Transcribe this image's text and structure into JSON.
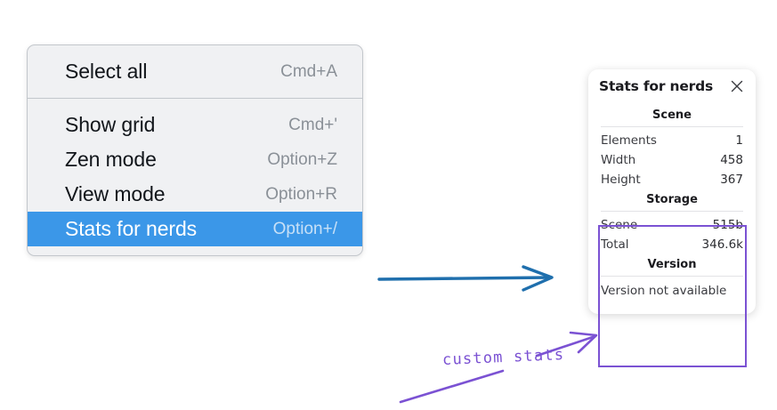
{
  "colors": {
    "menu_background": "#f0f1f3",
    "menu_border": "#c3c7cc",
    "selected_highlight": "#3b97e8",
    "annotation_purple": "#7b52d3",
    "arrow_blue": "#1f6fad",
    "panel_background": "#ffffff",
    "page_background": "#ffffff"
  },
  "context_menu": {
    "sections": [
      {
        "items": [
          {
            "label": "Select all",
            "shortcut": "Cmd+A",
            "selected": false
          }
        ]
      },
      {
        "items": [
          {
            "label": "Show grid",
            "shortcut": "Cmd+'",
            "selected": false
          },
          {
            "label": "Zen mode",
            "shortcut": "Option+Z",
            "selected": false
          },
          {
            "label": "View mode",
            "shortcut": "Option+R",
            "selected": false
          },
          {
            "label": "Stats for nerds",
            "shortcut": "Option+/",
            "selected": true
          }
        ]
      }
    ]
  },
  "stats_panel": {
    "title": "Stats for nerds",
    "close_icon": "close-icon",
    "sections": [
      {
        "heading": "Scene",
        "rows": [
          {
            "label": "Elements",
            "value": "1"
          },
          {
            "label": "Width",
            "value": "458"
          },
          {
            "label": "Height",
            "value": "367"
          }
        ]
      },
      {
        "heading": "Storage",
        "rows": [
          {
            "label": "Scene",
            "value": "515b"
          },
          {
            "label": "Total",
            "value": "346.6k"
          }
        ]
      },
      {
        "heading": "Version",
        "single_line": "Version not available"
      }
    ]
  },
  "annotations": {
    "note_text": "custom stats",
    "blue_arrow_name": "blue-arrow-menu-to-panel",
    "purple_arrow_name": "purple-arrow-note-to-storage",
    "purple_underline_name": "purple-underline-stroke"
  }
}
